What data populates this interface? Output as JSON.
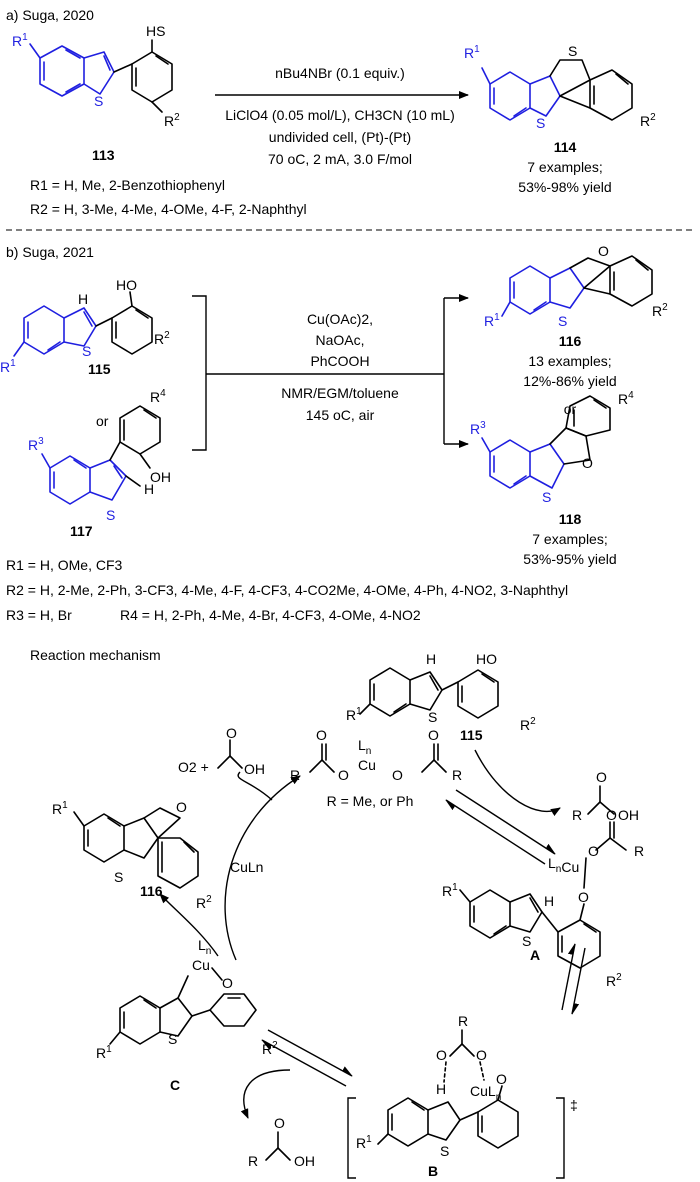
{
  "section_a": {
    "header": "a) Suga, 2020",
    "reagent_1": "nBu4NBr (0.1 equiv.)",
    "reagent_2": "LiClO4 (0.05 mol/L), CH3CN (10 mL)",
    "reagent_3": "undivided cell, (Pt)-(Pt)",
    "reagent_4": "70 oC, 2 mA, 3.0 F/mol",
    "sm_label": "113",
    "product_label": "114",
    "product_examples": "7 examples;",
    "product_yield": "53%-98% yield",
    "r1_def": "R1 = H, Me, 2-Benzothiophenyl",
    "r2_def": "R2 = H, 3-Me, 4-Me, 4-OMe, 4-F, 2-Naphthyl"
  },
  "section_b": {
    "header": "b) Suga, 2021",
    "sm1_label": "115",
    "sm2_label": "117",
    "or_left": "or",
    "or_right": "or",
    "reagent_1": "Cu(OAc)2,",
    "reagent_2": "NaOAc,",
    "reagent_3": "PhCOOH",
    "reagent_4": "NMR/EGM/toluene",
    "reagent_5": "145 oC, air",
    "prod1_label": "116",
    "prod1_examples": "13 examples;",
    "prod1_yield": "12%-86% yield",
    "prod2_label": "118",
    "prod2_examples": "7 examples;",
    "prod2_yield": "53%-95% yield",
    "r1_def": "R1 = H, OMe, CF3",
    "r2_def": "R2 = H, 2-Me, 2-Ph, 3-CF3, 4-Me, 4-F, 4-CF3, 4-CO2Me, 4-OMe, 4-Ph, 4-NO2, 3-Naphthyl",
    "r3_def": "R3 = H, Br",
    "r4_def": "R4 = H, 2-Ph, 4-Me, 4-Br, 4-CF3, 4-OMe, 4-NO2"
  },
  "mechanism": {
    "header": "Reaction mechanism",
    "cu_catalyst_caption": "R = Me, or Ph",
    "o2_label": "O2 +",
    "cul_label": "CuLn",
    "sm_label": "115",
    "product_label": "116",
    "int_a": "A",
    "int_b": "B",
    "int_c": "C",
    "ts_mark": "‡"
  },
  "colors": {
    "scaffold": "#1f1fe0",
    "ink": "#000000"
  }
}
